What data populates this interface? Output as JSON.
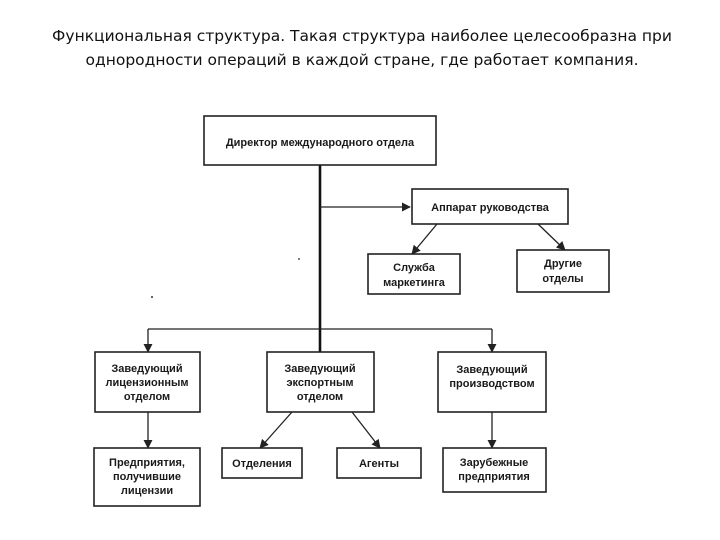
{
  "caption": {
    "line1": "Функциональная структура. Такая структура наиболее целесообразна при",
    "line2": "однородности операций в каждой стране, где работает компания."
  },
  "boxes": {
    "director": [
      "Директор международного отдела"
    ],
    "apparatus": [
      "Аппарат руководства"
    ],
    "marketing": [
      "Служба",
      "маркетинга"
    ],
    "other_depts": [
      "Другие",
      "отделы"
    ],
    "head_licensing": [
      "Заведующий",
      "лицензионным",
      "отделом"
    ],
    "head_export": [
      "Заведующий",
      "экспортным",
      "отделом"
    ],
    "head_production": [
      "Заведующий",
      "производством"
    ],
    "licensed_enterprises": [
      "Предприятия,",
      "получившие",
      "лицензии"
    ],
    "branches": [
      "Отделения"
    ],
    "agents": [
      "Агенты"
    ],
    "foreign_enterprises": [
      "Зарубежные",
      "предприятия"
    ]
  }
}
